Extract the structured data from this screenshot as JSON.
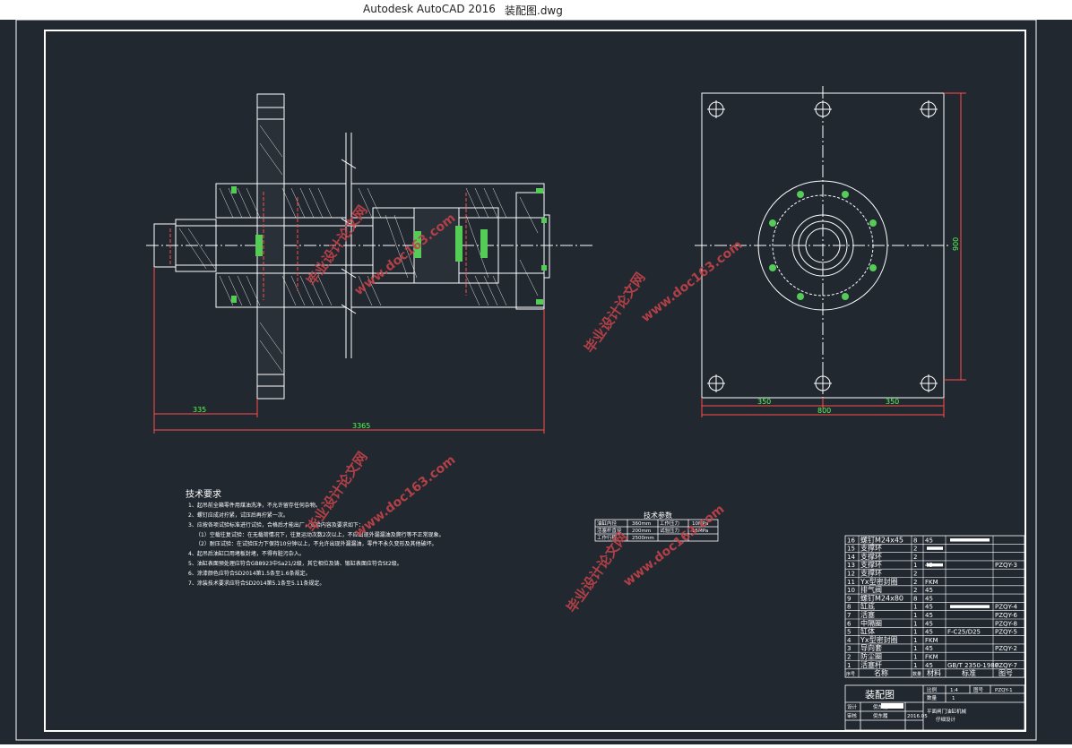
{
  "window": {
    "app": "Autodesk AutoCAD 2016",
    "file": "装配图.dwg"
  },
  "colors": {
    "background": "#212830",
    "line": "#ffffff",
    "dimension": "#ff4d4d",
    "dim_text": "#55ff55",
    "watermark": "#c2434a"
  },
  "dims": {
    "front_left": "335",
    "front_total": "3365",
    "side_half_left": "350",
    "side_half_right": "350",
    "side_width": "800",
    "side_height": "900"
  },
  "tech_req": {
    "title": "技术要求",
    "lines": [
      "1、起吊前全箱零件用煤油洗净，不允许留存任何杂物。",
      "2、螺钉应成对拧紧，试压后再拧紧一次。",
      "3、应按各项试验标准进行试验，合格后才能出厂，试验内容及要求如下：",
      "（1）空载往复试验：在无载荷情况下，往复运动次数2次以上，不应出现外漏漏油及爬行等不正常现象。",
      "（2）耐压试验：在试验压力下保持10分钟以上，不允许出现外漏漏油，零件不永久变形及其他破坏。",
      "4、起吊后油缸口用堵板封堵，不得有脏污杂入。",
      "5、油缸表面预处理应符合GB8923中Sa21/2级，其它相位及铸、锻缸表面应符合St2级。",
      "6、涂漆颜色应符合SD2014第1.5条至1.6条规定。",
      "7、涂装技术要求应符合SD2014第5.1条至5.11条规定。"
    ]
  },
  "tech_params": {
    "title": "技术参数",
    "rows": [
      [
        "油缸内径",
        "360mm",
        "工作压力",
        "10MPa"
      ],
      [
        "活塞杆直径",
        "200mm",
        "试验压力",
        "15MPa"
      ],
      [
        "工作行程",
        "2500mm",
        "",
        ""
      ]
    ]
  },
  "bom": {
    "rows": [
      [
        "16",
        "螺钉M24x45",
        "8",
        "45",
        "",
        ""
      ],
      [
        "15",
        "支撑环",
        "2",
        "",
        "",
        ""
      ],
      [
        "14",
        "支撑环",
        "2",
        "",
        "",
        ""
      ],
      [
        "13",
        "支撑环",
        "1",
        "45",
        "",
        "PZQY-3"
      ],
      [
        "12",
        "支撑环",
        "2",
        "",
        "",
        ""
      ],
      [
        "11",
        "Yx型密封圈",
        "2",
        "FKM",
        "",
        ""
      ],
      [
        "10",
        "排气阀",
        "2",
        "45",
        "",
        ""
      ],
      [
        "9",
        "螺钉M24x80",
        "8",
        "45",
        "",
        ""
      ],
      [
        "8",
        "缸底",
        "1",
        "45",
        "",
        "PZQY-4"
      ],
      [
        "7",
        "活塞",
        "1",
        "45",
        "",
        "PZQY-6"
      ],
      [
        "6",
        "中隔圈",
        "1",
        "45",
        "",
        "PZQY-8"
      ],
      [
        "5",
        "缸体",
        "1",
        "45",
        "F-C25/D25",
        "PZQY-5"
      ],
      [
        "4",
        "Yx型密封圈",
        "1",
        "FKM",
        "",
        ""
      ],
      [
        "3",
        "导向套",
        "1",
        "45",
        "",
        "PZQY-2"
      ],
      [
        "2",
        "防尘圈",
        "1",
        "FKM",
        "",
        ""
      ],
      [
        "1",
        "活塞杆",
        "1",
        "45",
        "GB/T 2350-1980",
        "PZQY-7"
      ]
    ],
    "header": {
      "no": "序号",
      "name": "名称",
      "qty": "数量",
      "material": "材料",
      "standard": "标准",
      "drawing": "图号"
    }
  },
  "title_block": {
    "drawing_name": "装配图",
    "scale_label": "比例",
    "scale": "1:4",
    "sheet_label": "图号",
    "sheet": "PZQY-1",
    "qty_label": "数量",
    "qty": "1",
    "design_label": "设计",
    "check_label": "审核",
    "designer": "倪东履",
    "checker": "倪东履",
    "date": "2016.05",
    "project_line1": "平面闸门油缸机械",
    "project_line2": "仔细设计"
  },
  "watermarks": [
    "毕业设计论文网",
    "www.doc163.com"
  ]
}
